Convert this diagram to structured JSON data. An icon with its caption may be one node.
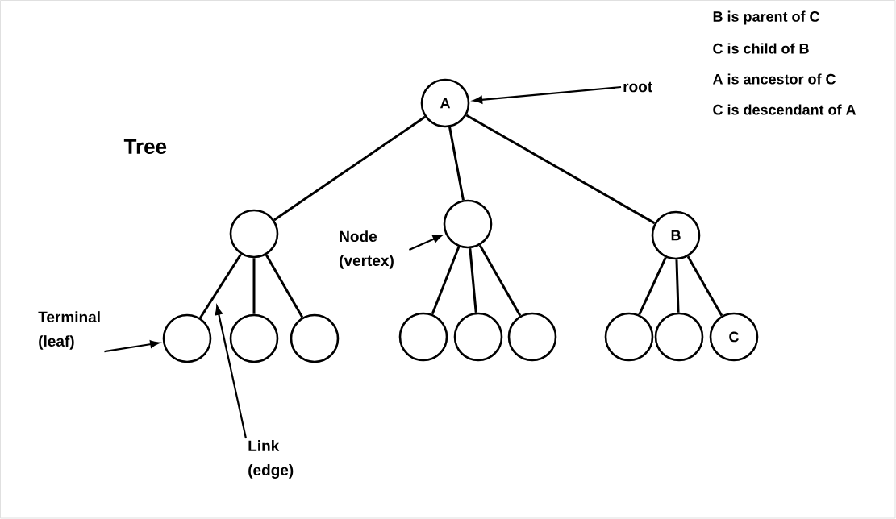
{
  "diagram": {
    "title": "Tree",
    "nodes": [
      {
        "text": [
          "A"
        ]
      },
      {
        "text": [],
        "shape": "circle"
      },
      {
        "text": [],
        "shape": "circle"
      },
      {
        "text": [
          "B"
        ]
      },
      {
        "text": [],
        "shape": "circle"
      },
      {
        "text": [],
        "shape": "circle"
      },
      {
        "text": [],
        "shape": "circle"
      },
      {
        "text": [],
        "shape": "circle"
      },
      {
        "text": [],
        "shape": "circle"
      },
      {
        "text": [],
        "shape": "circle"
      },
      {
        "text": [],
        "shape": "circle"
      },
      {
        "text": [],
        "shape": "circle"
      },
      {
        "text": [
          "C"
        ]
      },
      {
        "text": [
          "root"
        ]
      },
      {
        "text": [
          "Node (vertex)"
        ]
      },
      {
        "text": [
          "Terminal (leaf)"
        ]
      },
      {
        "text": [
          "Link (edge)"
        ]
      }
    ],
    "edges": [
      {
        "from": 0,
        "to": 1,
        "arrow": "none"
      },
      {
        "from": 0,
        "to": 2,
        "arrow": "none"
      },
      {
        "from": 0,
        "to": 3,
        "arrow": "none"
      },
      {
        "from": 1,
        "to": 4,
        "arrow": "none"
      },
      {
        "from": 1,
        "to": 5,
        "arrow": "none"
      },
      {
        "from": 1,
        "to": 6,
        "arrow": "none"
      },
      {
        "from": 2,
        "to": 7,
        "arrow": "none"
      },
      {
        "from": 2,
        "to": 8,
        "arrow": "none"
      },
      {
        "from": 2,
        "to": 9,
        "arrow": "none"
      },
      {
        "from": 3,
        "to": 10,
        "arrow": "none"
      },
      {
        "from": 3,
        "to": 11,
        "arrow": "none"
      },
      {
        "from": 3,
        "to": 12,
        "arrow": "none"
      },
      {
        "from": 13,
        "to": 0,
        "arrow": "to"
      },
      {
        "from": 14,
        "to": 2,
        "arrow": "to"
      },
      {
        "from": 15,
        "to": 4,
        "arrow": "to"
      },
      {
        "from": 16,
        "to": null,
        "arrow": "to"
      }
    ],
    "labels": [
      "B is parent of C",
      "C is child of B",
      "A is ancestor of C",
      "C is descendant of A"
    ]
  }
}
